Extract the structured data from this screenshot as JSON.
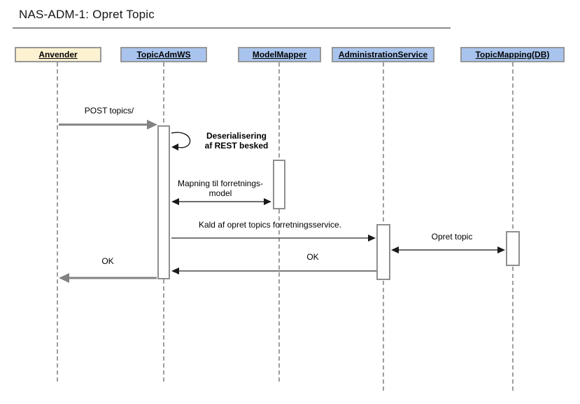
{
  "title": "NAS-ADM-1: Opret Topic",
  "participants": [
    {
      "id": "anvender",
      "label": "Anvender",
      "kind": "actor"
    },
    {
      "id": "topic-adm-ws",
      "label": "TopicAdmWS",
      "kind": "service"
    },
    {
      "id": "model-mapper",
      "label": "ModelMapper",
      "kind": "service"
    },
    {
      "id": "administration-service",
      "label": "AdministrationService",
      "kind": "service"
    },
    {
      "id": "topic-mapping-db",
      "label": "TopicMapping(DB)",
      "kind": "service"
    }
  ],
  "messages": [
    {
      "label": "POST topics/",
      "from": "Anvender",
      "to": "TopicAdmWS",
      "style": "heavy"
    },
    {
      "label": "Deserialisering\naf REST besked",
      "from": "TopicAdmWS",
      "to": "TopicAdmWS",
      "style": "self-loop"
    },
    {
      "label": "Mapning til forretnings-\nmodel",
      "from": "TopicAdmWS",
      "to": "ModelMapper",
      "style": "double-headed"
    },
    {
      "label": "Kald af opret topics forretningsservice.",
      "from": "TopicAdmWS",
      "to": "AdministrationService",
      "style": "light"
    },
    {
      "label": "Opret topic",
      "from": "AdministrationService",
      "to": "TopicMapping(DB)",
      "style": "double-headed"
    },
    {
      "label": "OK",
      "from": "AdministrationService",
      "to": "TopicAdmWS",
      "style": "light"
    },
    {
      "label": "OK",
      "from": "TopicAdmWS",
      "to": "Anvender",
      "style": "heavy"
    }
  ],
  "colors": {
    "actor_fill": "#FCF2D1",
    "service_fill": "#A8C4EE",
    "box_border": "#979797",
    "activation_border": "#8f8f8f",
    "heavy_arrow": "#828282",
    "light_arrow": "#3d3d3d",
    "lifeline": "#9e9e9e",
    "title_rule": "#8a8a8a"
  }
}
